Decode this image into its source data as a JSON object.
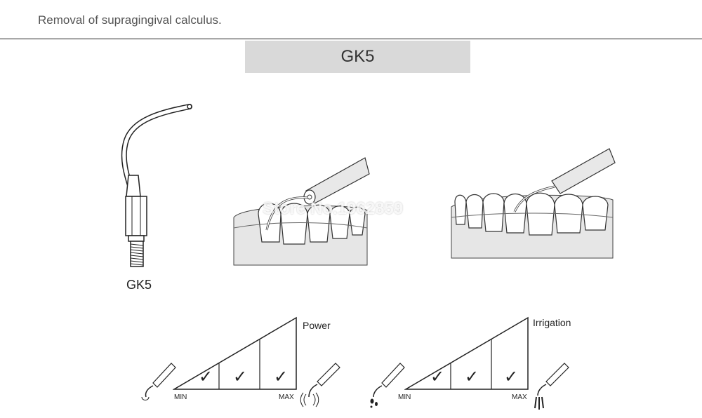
{
  "header": {
    "text": "Removal of supragingival calculus."
  },
  "title": "GK5",
  "tip_caption": "GK5",
  "watermark": "Store No.1962859",
  "scales": [
    {
      "label": "Power",
      "min_label": "MIN",
      "max_label": "MAX",
      "checks": [
        "✓",
        "✓",
        "✓"
      ]
    },
    {
      "label": "Irrigation",
      "min_label": "MIN",
      "max_label": "MAX",
      "checks": [
        "✓",
        "✓",
        "✓"
      ]
    }
  ],
  "icons": {
    "scaler_tip": "scaler-tip-icon",
    "teeth": "teeth-illustration-icon",
    "handpiece": "handpiece-icon",
    "vibration": "vibration-icon",
    "water_drops": "water-drops-icon"
  }
}
